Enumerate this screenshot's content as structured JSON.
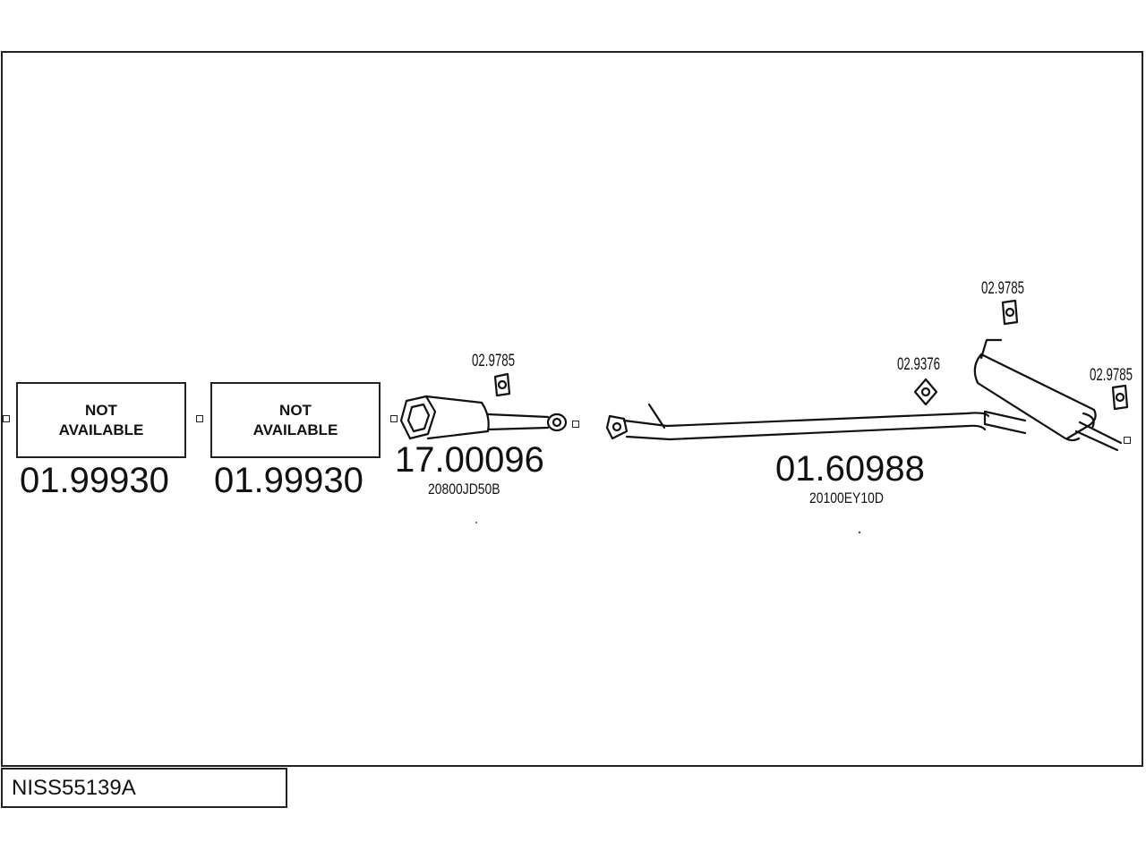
{
  "diagram_code": "NISS55139A",
  "not_available": {
    "line1": "NOT",
    "line2": "AVAILABLE"
  },
  "sections": [
    {
      "part_number": "01.99930"
    },
    {
      "part_number": "01.99930"
    },
    {
      "part_number": "17.00096",
      "oe_number": "20800JD50B",
      "accessory": "02.9785"
    },
    {
      "part_number": "01.60988",
      "oe_number": "20100EY10D",
      "accessories": [
        "02.9376",
        "02.9785",
        "02.9785"
      ]
    }
  ]
}
